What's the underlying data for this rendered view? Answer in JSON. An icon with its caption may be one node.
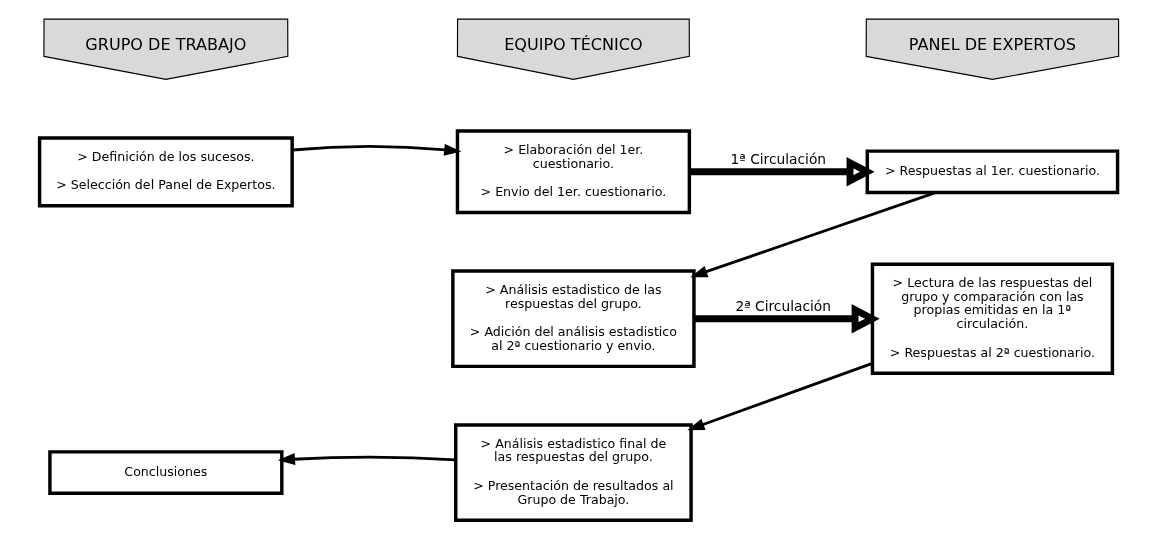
{
  "diagram": {
    "nodes": [
      {
        "text": [
          "GRUPO DE TRABAJO"
        ]
      },
      {
        "text": [
          "EQUIPO TÉCNICO"
        ]
      },
      {
        "text": [
          "PANEL DE EXPERTOS"
        ]
      },
      {
        "text": [
          "> Definición de los sucesos.",
          "> Selección del Panel de Expertos."
        ]
      },
      {
        "text": [
          "> Elaboración del 1er. cuestionario.",
          "> Envio del 1er. cuestionario."
        ]
      },
      {
        "text": [
          "> Respuestas al 1er. cuestionario."
        ]
      },
      {
        "text": [
          "> Análisis estadistico de las respuestas del grupo.",
          "> Adición del análisis estadistico al 2ª cuestionario y envio."
        ]
      },
      {
        "text": [
          "> Lectura de las respuestas del grupo y comparación con las propias emitidas en la 1ª circulación.",
          "> Respuestas al 2ª cuestionario."
        ]
      },
      {
        "text": [
          "> Análisis estadistico final de las respuestas del grupo.",
          "> Presentación de resultados al Grupo de Trabajo."
        ]
      },
      {
        "text": [
          "Conclusiones"
        ]
      }
    ],
    "edges": [
      {
        "from": 3,
        "to": 4,
        "arrow": "to"
      },
      {
        "from": 4,
        "to": 5,
        "arrow": "to",
        "label": "1ª Circulación",
        "style": "thick"
      },
      {
        "from": 5,
        "to": 6,
        "arrow": "to"
      },
      {
        "from": 6,
        "to": 7,
        "arrow": "to",
        "label": "2ª Circulación",
        "style": "thick"
      },
      {
        "from": 7,
        "to": 8,
        "arrow": "to"
      },
      {
        "from": 8,
        "to": 9,
        "arrow": "to"
      }
    ]
  }
}
